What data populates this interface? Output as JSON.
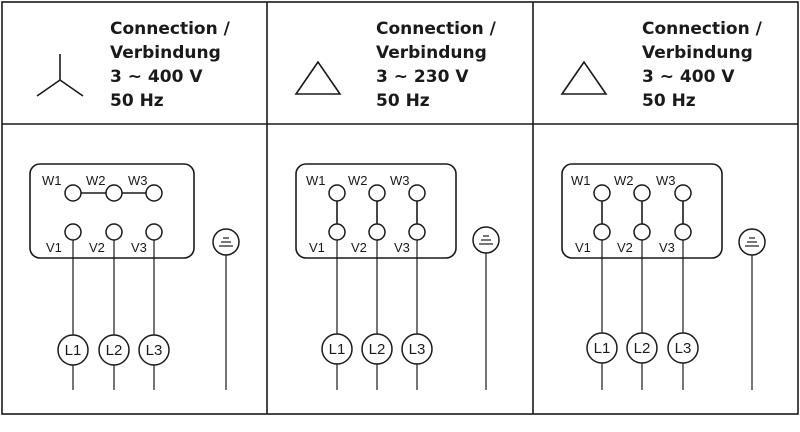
{
  "panels": [
    {
      "symbol": "star",
      "header_lines": [
        "Connection /",
        "Verbindung",
        "3 ~ 400 V",
        "50 Hz"
      ],
      "connection": "star",
      "top_terminals": [
        "W1",
        "W2",
        "W3"
      ],
      "bottom_terminals": [
        "V1",
        "V2",
        "V3"
      ],
      "lines": [
        "L1",
        "L2",
        "L3"
      ]
    },
    {
      "symbol": "delta",
      "header_lines": [
        "Connection /",
        "Verbindung",
        "3 ~ 230 V",
        "50 Hz"
      ],
      "connection": "delta",
      "top_terminals": [
        "W1",
        "W2",
        "W3"
      ],
      "bottom_terminals": [
        "V1",
        "V2",
        "V3"
      ],
      "lines": [
        "L1",
        "L2",
        "L3"
      ]
    },
    {
      "symbol": "delta",
      "header_lines": [
        "Connection /",
        "Verbindung",
        "3 ~ 400 V",
        "50 Hz"
      ],
      "connection": "delta",
      "top_terminals": [
        "W1",
        "W2",
        "W3"
      ],
      "bottom_terminals": [
        "V1",
        "V2",
        "V3"
      ],
      "lines": [
        "L1",
        "L2",
        "L3"
      ]
    }
  ],
  "colors": {
    "ink": "#1a1a1a",
    "background": "#ffffff"
  }
}
